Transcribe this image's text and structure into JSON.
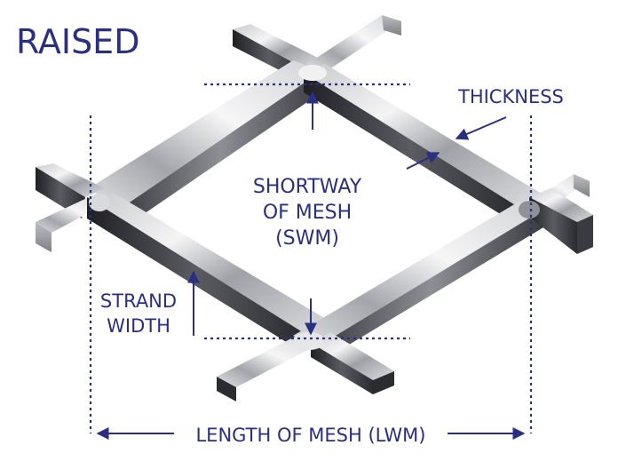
{
  "title": "RAISED",
  "labels": {
    "thickness": "THICKNESS",
    "swm_line1": "SHORTWAY",
    "swm_line2": "OF MESH",
    "swm_line3": "(SWM)",
    "strand_line1": "STRAND",
    "strand_line2": "WIDTH",
    "lwm": "LENGTH OF MESH (LWM)"
  },
  "colors": {
    "ink": "#2a2f7f",
    "metal_light": "#e8e8ea",
    "metal_mid": "#a9abb0",
    "metal_dark": "#2e2f33"
  }
}
